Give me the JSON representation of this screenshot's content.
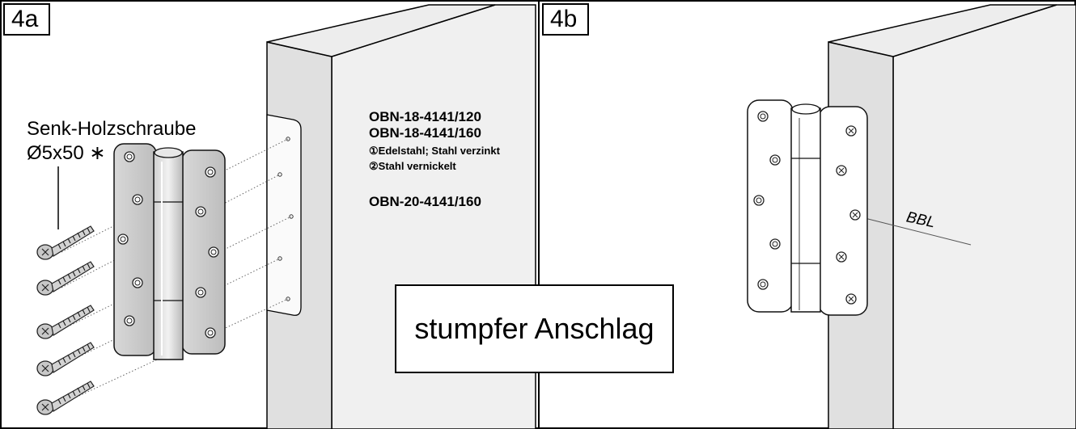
{
  "panels": {
    "a": {
      "label": "4a"
    },
    "b": {
      "label": "4b"
    }
  },
  "screw": {
    "line1": "Senk-Holzschraube",
    "line2": "Ø5x50 ∗"
  },
  "parts": {
    "part1": "OBN-18-4141/120",
    "part2": "OBN-18-4141/160",
    "material1": "①Edelstahl; Stahl verzinkt",
    "material2": "②Stahl vernickelt",
    "part3": "OBN-20-4141/160"
  },
  "mounting_type": "stumpfer Anschlag",
  "bbl_label": "BBL"
}
